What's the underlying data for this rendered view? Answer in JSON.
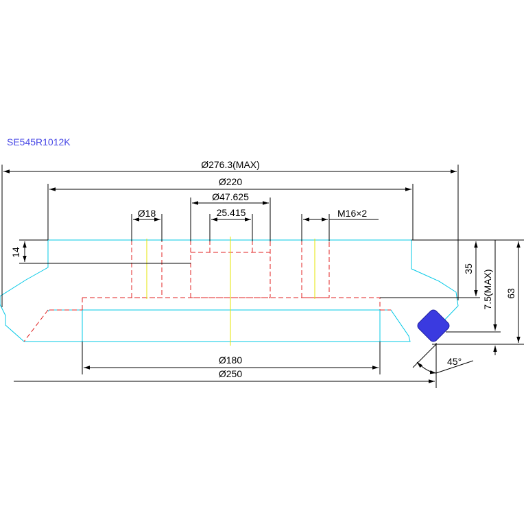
{
  "title": "SE545R1012K",
  "colors": {
    "title": "#4a4ae6",
    "outline": "#00c8e6",
    "hidden_lines": "#e02020",
    "center_lines": "#e6e600",
    "dimensions": "#000000",
    "gem": "#3a3ae0"
  },
  "dimensions": {
    "d_max": "Ø276.3(MAX)",
    "d_220": "Ø220",
    "d_47": "Ø47.625",
    "d_18": "Ø18",
    "d_25": "25.415",
    "thread": "M16×2",
    "d_180": "Ø180",
    "d_250": "Ø250",
    "h_14": "14",
    "h_35": "35",
    "h_75": "7.5(MAX)",
    "h_63": "63",
    "angle": "45°"
  }
}
